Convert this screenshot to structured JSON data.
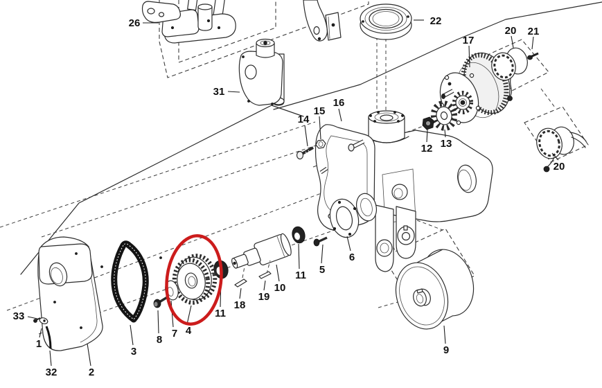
{
  "diagram": {
    "kind": "exploded-parts-diagram",
    "colors": {
      "highlight_red": "#cc1c1c",
      "line": "#2b2b2b",
      "chain_black": "#141414",
      "background": "#ffffff"
    },
    "highlight": {
      "circled_part_number": "4"
    }
  },
  "labels": {
    "n1": "1",
    "n2": "2",
    "n3": "3",
    "n4": "4",
    "n5": "5",
    "n6": "6",
    "n7": "7",
    "n8": "8",
    "n9": "9",
    "n10": "10",
    "n11a": "11",
    "n11b": "11",
    "n12": "12",
    "n13": "13",
    "n14": "14",
    "n15": "15",
    "n16": "16",
    "n17": "17",
    "n18": "18",
    "n19": "19",
    "n20a": "20",
    "n20b": "20",
    "n21": "21",
    "n22": "22",
    "n26": "26",
    "n31": "31",
    "n32": "32",
    "n33": "33"
  }
}
